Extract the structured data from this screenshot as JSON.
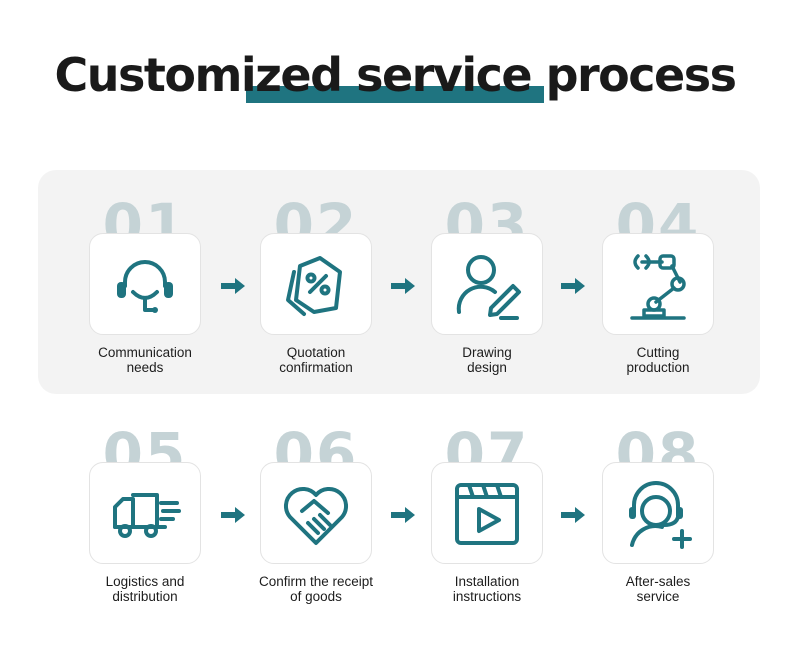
{
  "title": "Customized service process",
  "colors": {
    "accent": "#1f7480",
    "number": "#c5d3d6",
    "panel": "#f3f3f3"
  },
  "steps": [
    {
      "number": "01",
      "icon": "headset-icon",
      "label_lines": [
        "Communication",
        "needs"
      ]
    },
    {
      "number": "02",
      "icon": "price-tag-percent-icon",
      "label_lines": [
        "Quotation",
        "confirmation"
      ]
    },
    {
      "number": "03",
      "icon": "user-pen-icon",
      "label_lines": [
        "Drawing",
        "design"
      ]
    },
    {
      "number": "04",
      "icon": "robot-arm-icon",
      "label_lines": [
        "Cutting",
        "production"
      ]
    },
    {
      "number": "05",
      "icon": "delivery-truck-icon",
      "label_lines": [
        "Logistics and",
        "distribution"
      ]
    },
    {
      "number": "06",
      "icon": "handshake-heart-icon",
      "label_lines": [
        "Confirm the receipt",
        "of goods"
      ]
    },
    {
      "number": "07",
      "icon": "video-play-icon",
      "label_lines": [
        "Installation",
        "instructions"
      ]
    },
    {
      "number": "08",
      "icon": "support-agent-plus-icon",
      "label_lines": [
        "After-sales",
        "service"
      ]
    }
  ]
}
